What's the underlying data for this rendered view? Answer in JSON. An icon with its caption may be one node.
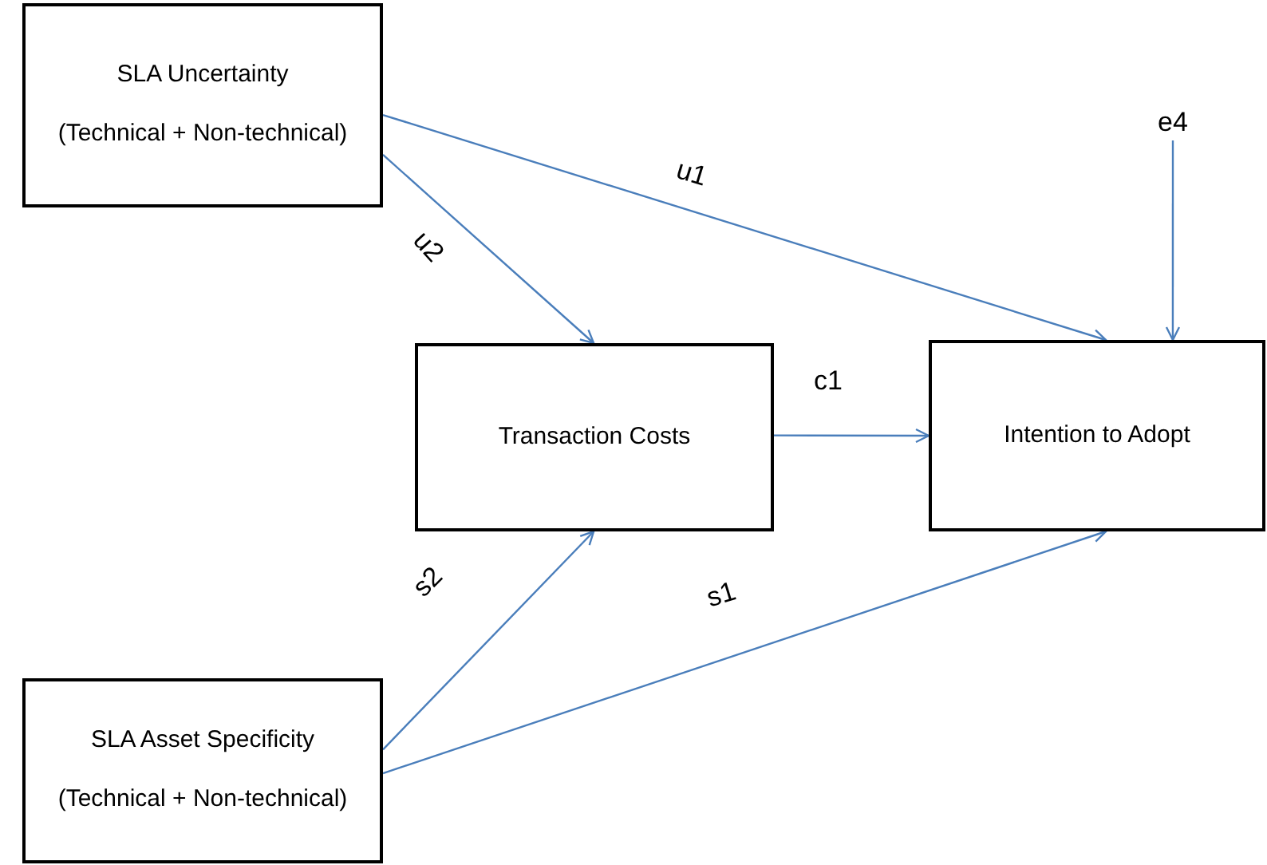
{
  "diagram": {
    "nodes": [
      {
        "text": [
          "SLA Uncertainty",
          "(Technical + Non-technical)"
        ]
      },
      {
        "text": [
          "Transaction Costs"
        ]
      },
      {
        "text": [
          "Intention to Adopt"
        ]
      },
      {
        "text": [
          "SLA Asset Specificity",
          "(Technical + Non-technical)"
        ]
      },
      {
        "text": [
          "e4"
        ]
      }
    ],
    "edges": [
      {
        "from": 0,
        "to": 2,
        "arrow": "to",
        "label": "u1"
      },
      {
        "from": 0,
        "to": 1,
        "arrow": "to",
        "label": "u2"
      },
      {
        "from": 1,
        "to": 2,
        "arrow": "to",
        "label": "c1"
      },
      {
        "from": 3,
        "to": 1,
        "arrow": "to",
        "label": "s2"
      },
      {
        "from": 3,
        "to": 2,
        "arrow": "to",
        "label": "s1"
      },
      {
        "from": 4,
        "to": 2,
        "arrow": "to"
      }
    ]
  }
}
